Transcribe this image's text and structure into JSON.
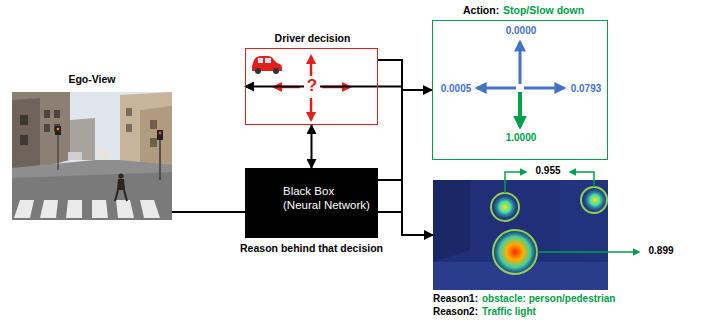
{
  "diagram": {
    "nodes": [
      {
        "text": [
          "Ego-View"
        ]
      },
      {
        "text": [
          "Driver decision",
          "?"
        ]
      },
      {
        "text": [
          "Black Box (Neural Network)",
          "Reason behind that decision"
        ]
      },
      {
        "text": [
          "Action:",
          "Stop/Slow down",
          "0.0000",
          "0.0005",
          "0.0793",
          "1.0000"
        ]
      },
      {
        "text": [
          "0.955",
          "0.899",
          "Reason1:",
          "obstacle: person/pedestrian",
          "Reason2:",
          "Traffic light"
        ]
      }
    ],
    "edges": [
      {
        "from": 0,
        "to": 1,
        "arrow": "to"
      },
      {
        "from": 1,
        "to": 2,
        "arrow": "both"
      },
      {
        "from": 1,
        "to": 3,
        "arrow": "to"
      },
      {
        "from": 2,
        "to": 4,
        "arrow": "to"
      }
    ]
  }
}
